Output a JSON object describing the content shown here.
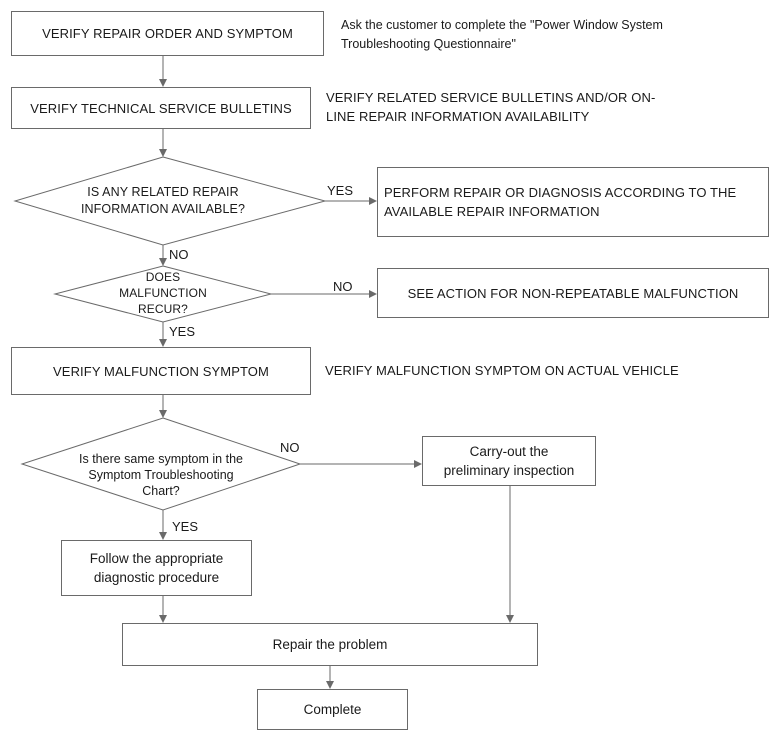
{
  "steps": {
    "verify_repair_order": "VERIFY REPAIR ORDER AND SYMPTOM",
    "verify_tsb": "VERIFY TECHNICAL SERVICE BULLETINS",
    "perform_repair": "PERFORM REPAIR OR DIAGNOSIS ACCORDING TO THE AVAILABLE REPAIR INFORMATION",
    "see_action": "SEE ACTION FOR NON-REPEATABLE MALFUNCTION",
    "verify_malfunction": "VERIFY MALFUNCTION SYMPTOM",
    "carry_out": "Carry-out the\npreliminary inspection",
    "follow_procedure": "Follow the appropriate\ndiagnostic procedure",
    "repair_problem": "Repair the problem",
    "complete": "Complete"
  },
  "notes": {
    "questionnaire": "Ask the customer to complete the \"Power Window System\nTroubleshooting Questionnaire\"",
    "bulletins": "VERIFY RELATED SERVICE BULLETINS AND/OR ON-\nLINE REPAIR INFORMATION AVAILABILITY",
    "actual_vehicle": "VERIFY MALFUNCTION SYMPTOM ON ACTUAL VEHICLE"
  },
  "decisions": {
    "related_info": "IS ANY RELATED REPAIR\nINFORMATION AVAILABLE?",
    "recur": "DOES\nMALFUNCTION\nRECUR?",
    "same_symptom": "Is there same symptom in the\nSymptom Troubleshooting\nChart?"
  },
  "labels": {
    "yes_related": "YES",
    "no_related": "NO",
    "no_recur": "NO",
    "yes_recur": "YES",
    "no_symptom": "NO",
    "yes_symptom": "YES"
  },
  "colors": {
    "line": "#6a6a6a",
    "text": "#1a1a1a"
  }
}
